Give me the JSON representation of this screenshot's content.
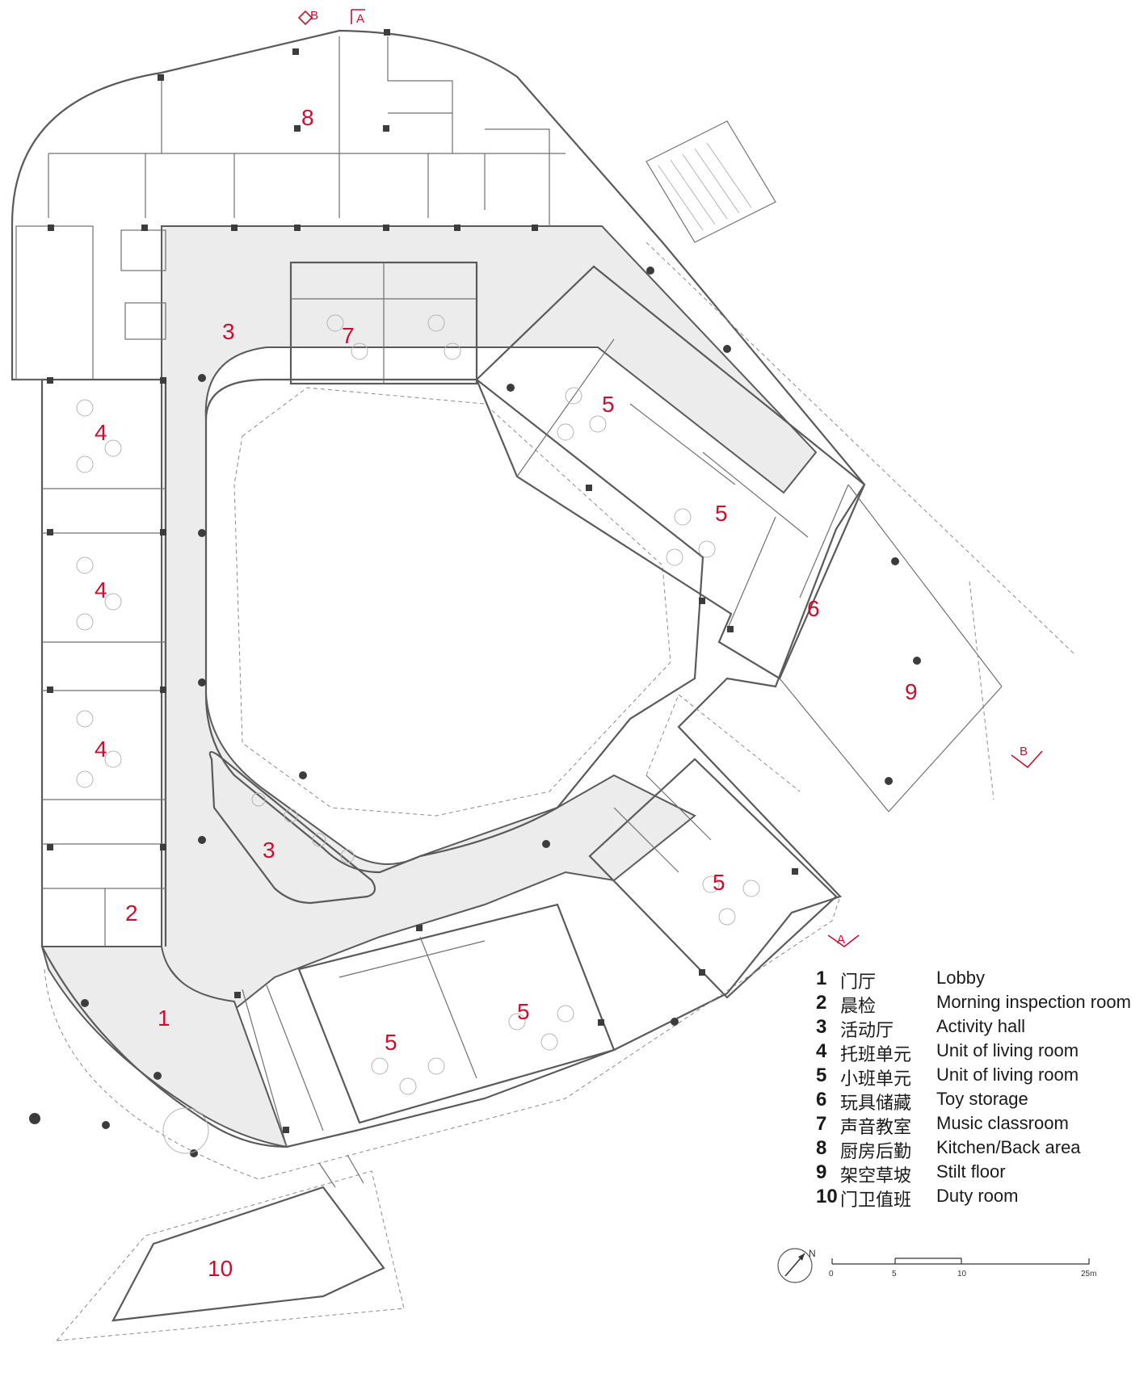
{
  "rooms": {
    "r1": "1",
    "r2": "2",
    "r3a": "3",
    "r3b": "3",
    "r4a": "4",
    "r4b": "4",
    "r4c": "4",
    "r5a": "5",
    "r5b": "5",
    "r5c": "5",
    "r5d": "5",
    "r5e": "5",
    "r6": "6",
    "r7": "7",
    "r8": "8",
    "r9": "9",
    "r10": "10"
  },
  "section_marks": {
    "a_top": "A",
    "b_top": "B",
    "a_right": "A",
    "b_right": "B"
  },
  "legend": [
    {
      "num": "1",
      "cn": "门厅",
      "en": "Lobby"
    },
    {
      "num": "2",
      "cn": "晨检",
      "en": "Morning inspection room"
    },
    {
      "num": "3",
      "cn": "活动厅",
      "en": "Activity hall"
    },
    {
      "num": "4",
      "cn": "托班单元",
      "en": "Unit of living room"
    },
    {
      "num": "5",
      "cn": "小班单元",
      "en": "Unit of living room"
    },
    {
      "num": "6",
      "cn": "玩具储藏",
      "en": "Toy storage"
    },
    {
      "num": "7",
      "cn": "声音教室",
      "en": "Music classroom"
    },
    {
      "num": "8",
      "cn": "厨房后勤",
      "en": "Kitchen/Back area"
    },
    {
      "num": "9",
      "cn": "架空草坡",
      "en": "Stilt floor"
    },
    {
      "num": "10",
      "cn": "门卫值班",
      "en": "Duty room"
    }
  ],
  "compass": {
    "label": "N"
  },
  "scale": {
    "ticks": [
      "0",
      "5",
      "10",
      "25m"
    ]
  },
  "colors": {
    "room_numbers": "#c8102e",
    "walls": "#5a5a5a",
    "corridor": "#ececec"
  }
}
